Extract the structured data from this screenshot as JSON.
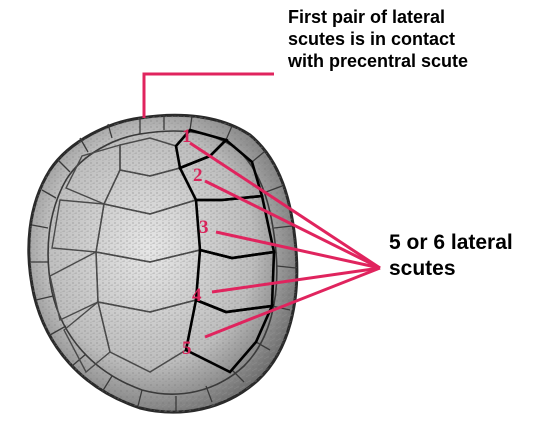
{
  "annotations": {
    "precentral_note_lines": [
      "First pair of lateral",
      "scutes is in contact",
      "with precentral scute"
    ],
    "lateral_note_lines": [
      "5 or 6 lateral",
      "scutes"
    ]
  },
  "scute_numbers": [
    "1",
    "2",
    "3",
    "4",
    "5"
  ],
  "colors": {
    "leader_line": "#e0245e",
    "number": "#d8245a",
    "black_line": "#000000",
    "shell_fill": "#cfcfcf"
  }
}
